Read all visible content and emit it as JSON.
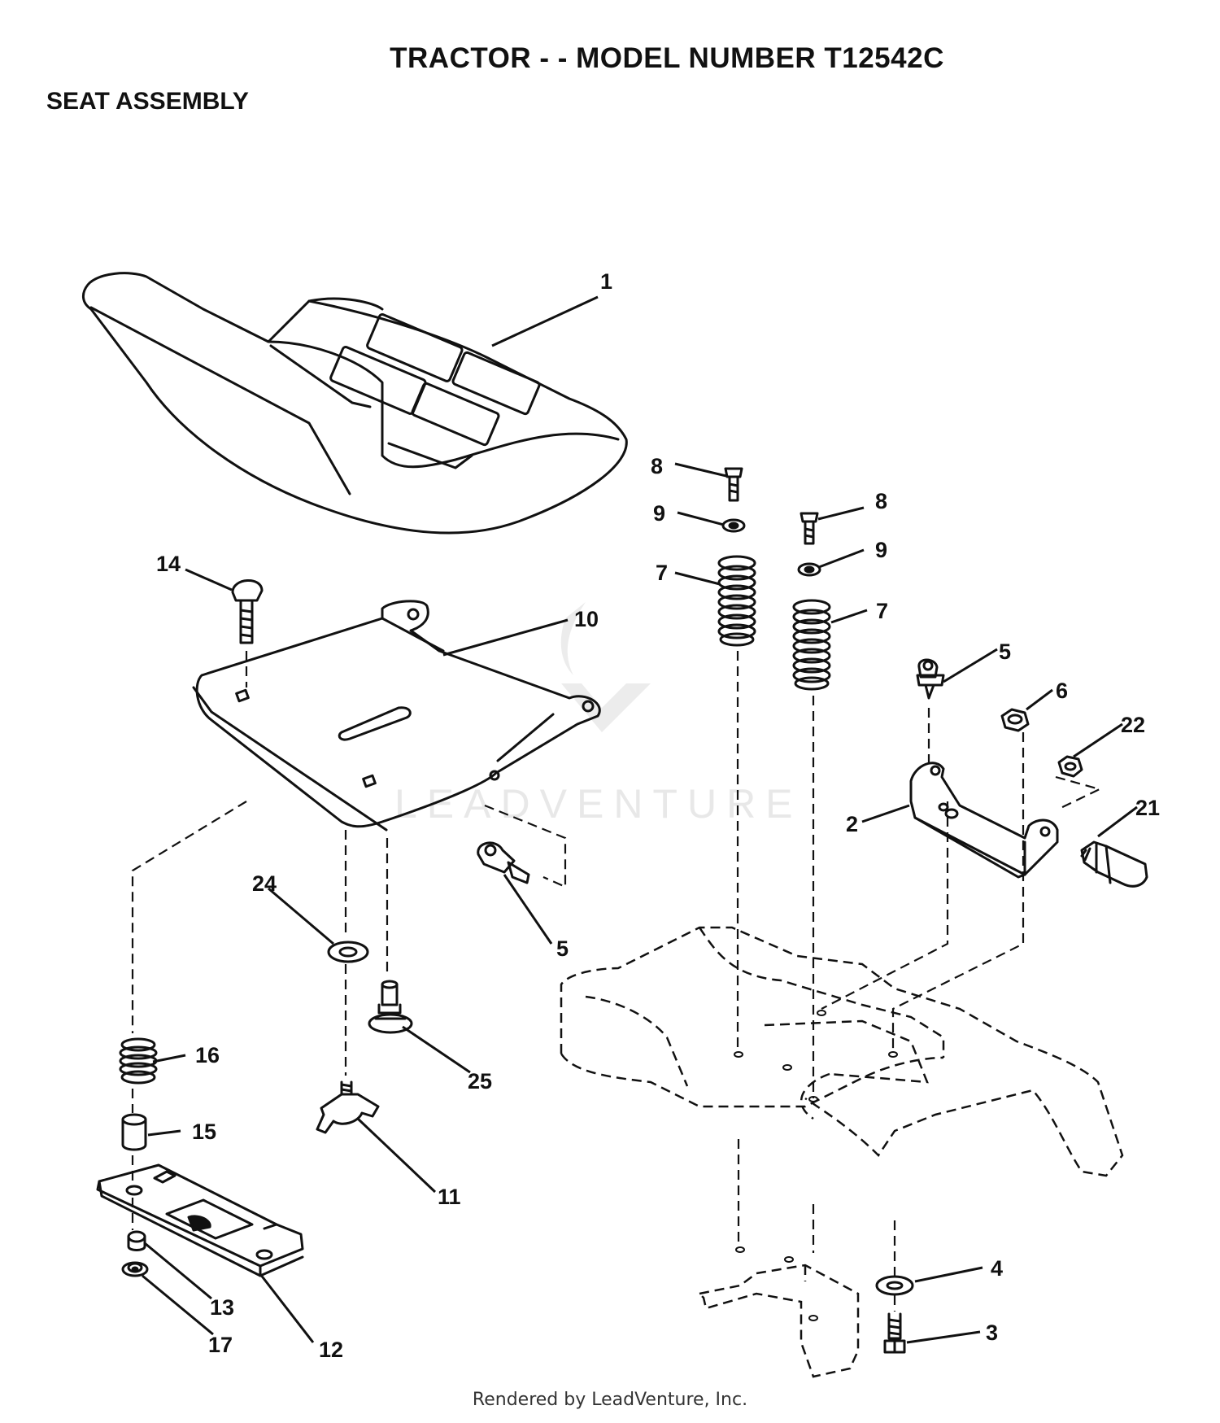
{
  "header": {
    "title": "TRACTOR - - MODEL NUMBER T12542C",
    "subtitle": "SEAT ASSEMBLY"
  },
  "watermark": {
    "text": "LEADVENTURE"
  },
  "footer": {
    "text": "Rendered by LeadVenture, Inc."
  },
  "callouts": {
    "seat": "1",
    "seat_bracket": "2",
    "bolt_rear": "3",
    "washer_rear": "4",
    "clip_upper": "5",
    "clip_lower": "5",
    "nut_bracket": "6",
    "spring_left": "7",
    "spring_right": "7",
    "screw_left": "8",
    "screw_right": "8",
    "lockwasher_left": "9",
    "lockwasher_right": "9",
    "seat_pan": "10",
    "knob": "11",
    "slide_plate": "12",
    "nut_slide": "13",
    "carriage_bolt": "14",
    "spacer": "15",
    "spring_small": "16",
    "washer_slide": "17",
    "bolt_bracket": "21",
    "nut_hex": "22",
    "washer_flat": "24",
    "shoulder_bolt": "25"
  }
}
